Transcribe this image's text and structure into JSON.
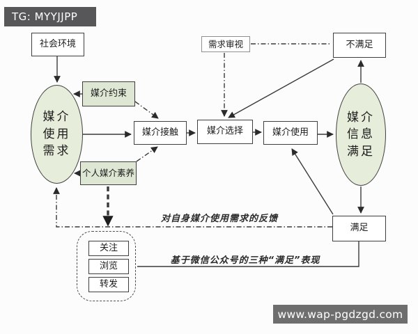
{
  "watermarks": {
    "top": "TG: MYYJJPP",
    "bottom": "www.wap-pgdzgd.com"
  },
  "nodes": {
    "social_env": {
      "label": "社会环境"
    },
    "media_need": {
      "lines": [
        "媒介",
        "使用",
        "需求"
      ]
    },
    "media_constraint": {
      "label": "媒介约束"
    },
    "personal_literacy": {
      "label": "个人媒介素养"
    },
    "media_contact": {
      "label": "媒介接触"
    },
    "media_select": {
      "label": "媒介选择"
    },
    "media_use": {
      "label": "媒介使用"
    },
    "need_review": {
      "label": "需求审视"
    },
    "unsatisfied": {
      "label": "不满足"
    },
    "media_info_satisfy": {
      "lines": [
        "媒介",
        "信息",
        "满足"
      ]
    },
    "satisfied": {
      "label": "满足"
    },
    "follow": {
      "label": "关注"
    },
    "browse": {
      "label": "浏览"
    },
    "repost": {
      "label": "转发"
    }
  },
  "annotations": {
    "feedback": "对自身媒介使用需求的反馈",
    "basis": "基于微信公众号的三种“满足”表现"
  },
  "colors": {
    "node_green_fill": "#dde7d3",
    "ellipse_green_fill": "#e6edda",
    "line_color": "#3a3a3a",
    "top_bar": "#57575a",
    "bottom_bar": "#6e6e6e"
  }
}
